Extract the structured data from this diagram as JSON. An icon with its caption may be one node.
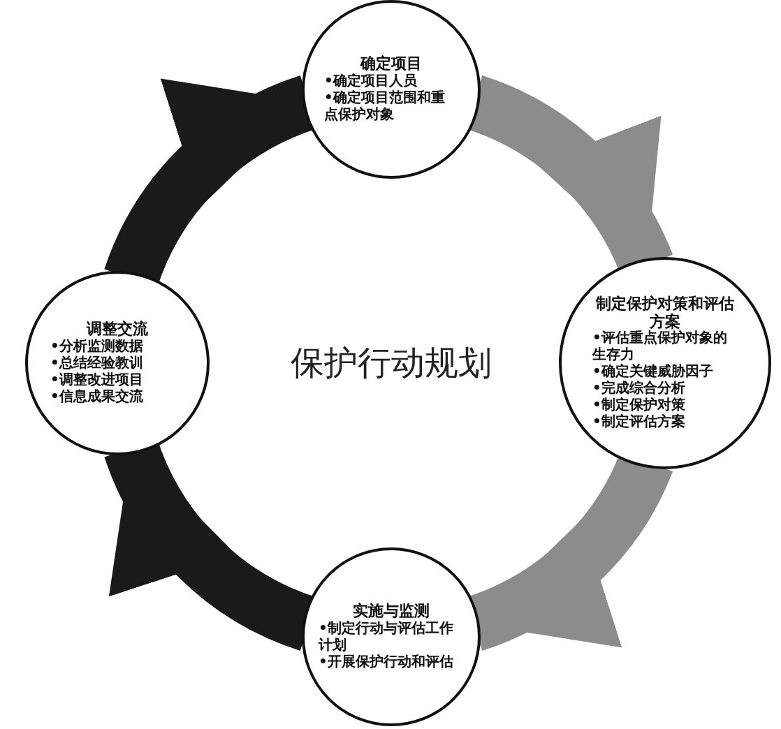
{
  "diagram": {
    "nodes": [
      {
        "text": [
          "确定项目",
          "•确定项目人员",
          "•确定项目范围和重点保护对象"
        ]
      },
      {
        "text": [
          "制定保护对策和评估方案",
          "•评估重点保护对象的生存力",
          "•确定关键威胁因子",
          "•完成综合分析",
          "•制定保护对策",
          "•制定评估方案"
        ]
      },
      {
        "text": [
          "实施与监测",
          "•制定行动与评估工作计划",
          "•开展保护行动和评估"
        ]
      },
      {
        "text": [
          "调整交流",
          "•分析监测数据",
          "•总结经验教训",
          "•调整改进项目",
          "•信息成果交流"
        ]
      }
    ],
    "edges": [
      {
        "from": 0,
        "to": 1,
        "arrow": "to",
        "color": "#8c8c8c"
      },
      {
        "from": 1,
        "to": 2,
        "arrow": "to",
        "color": "#8c8c8c"
      },
      {
        "from": 2,
        "to": 3,
        "arrow": "to",
        "color": "#1a1a1a"
      },
      {
        "from": 3,
        "to": 0,
        "arrow": "to",
        "color": "#1a1a1a"
      }
    ],
    "labels": [
      "保护行动规划"
    ]
  }
}
